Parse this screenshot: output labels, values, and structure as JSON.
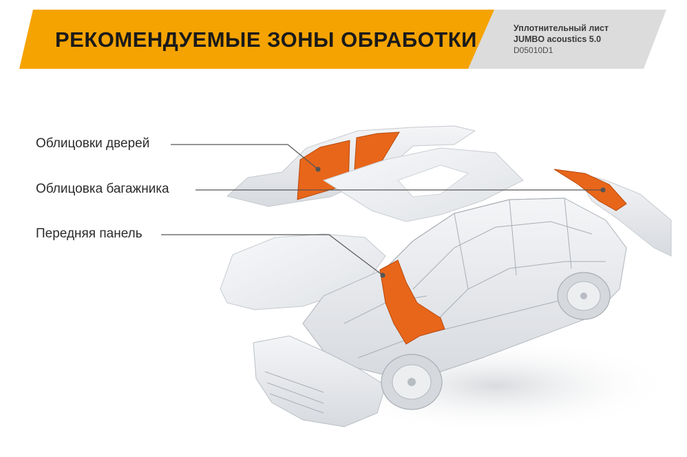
{
  "header": {
    "title": "РЕКОМЕНДУЕМЫЕ ЗОНЫ ОБРАБОТКИ",
    "product_line1": "Уплотнительный лист",
    "product_line2": "JUMBO acoustics 5.0",
    "product_code": "D05010D1"
  },
  "callouts": [
    {
      "label": "Облицовки дверей"
    },
    {
      "label": "Облицовка багажника"
    },
    {
      "label": "Передняя панель"
    }
  ],
  "colors": {
    "accent_orange": "#f5a300",
    "header_grey": "#d9d9d9",
    "treatment_zone": "#e8661a",
    "car_body": "#e9ecef",
    "leader_line": "#555555"
  }
}
